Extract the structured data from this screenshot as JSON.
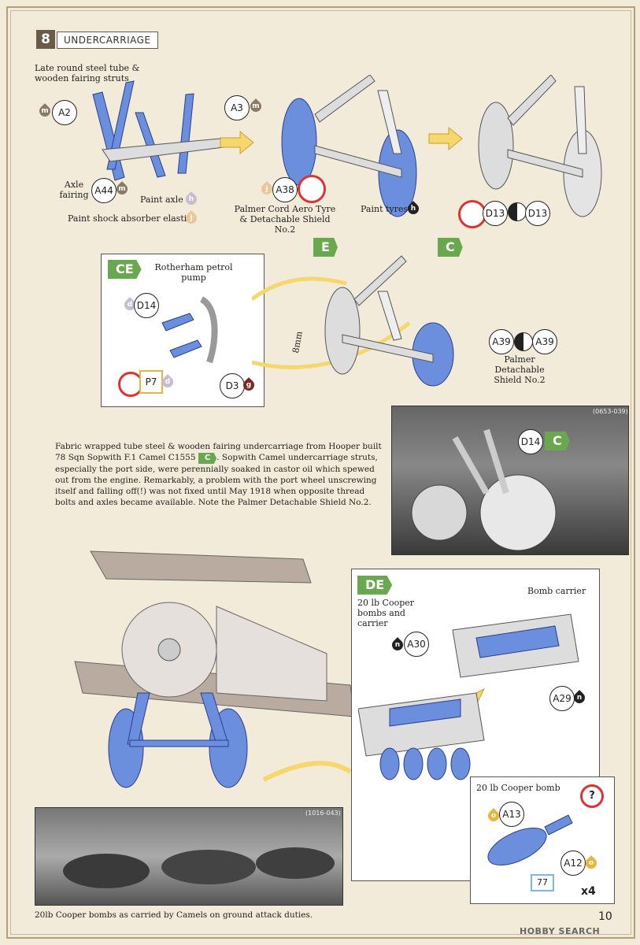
{
  "step": {
    "number": "8",
    "title": "UNDERCARRIAGE"
  },
  "top": {
    "note": "Late round steel tube & wooden fairing struts",
    "parts": [
      "A2",
      "A3",
      "A44",
      "A38",
      "D13",
      "D13"
    ],
    "paints": [
      "m",
      "m",
      "m",
      "j",
      "h",
      "h"
    ],
    "axle_fairing": "Axle fairing",
    "paint_axle": "Paint axle",
    "paint_shock": "Paint shock absorber elastic",
    "palmer_cord": "Palmer Cord Aero Tyre & Detachable Shield No.2",
    "paint_tyres": "Paint tyres"
  },
  "ce": {
    "tag": "CE",
    "title": "Rotherham petrol pump",
    "parts": [
      "D14",
      "P7",
      "D3"
    ],
    "paints": [
      "d",
      "d",
      "g"
    ]
  },
  "mid": {
    "tag_e": "E",
    "tag_c": "C",
    "dimension": "8mm",
    "parts": [
      "A39",
      "A39"
    ],
    "shield": "Palmer Detachable Shield No.2"
  },
  "text_block": "Fabric wrapped tube steel & wooden fairing undercarriage from Hooper built 78 Sqn Sopwith F.1 Camel C1555",
  "text_tag": "C",
  "text_block_2": ". Sopwith Camel undercarriage struts, especially the port side, were perennially soaked in castor oil which spewed out from the engine. Remarkably, a problem with the port wheel unscrewing itself and falling off(!) was not fixed until May 1918 when opposite thread bolts and axles became available. Note the Palmer Detachable Shield No.2.",
  "photo1": {
    "ref": "(0653-039)",
    "part": "D14",
    "tag": "C"
  },
  "de": {
    "tag": "DE",
    "title": "20 lb Cooper bombs and carrier",
    "carrier": "Bomb carrier",
    "parts": [
      "A30",
      "A29"
    ],
    "paints": [
      "n",
      "n"
    ]
  },
  "bomb": {
    "title": "20 lb Cooper bomb",
    "parts": [
      "A13",
      "A12",
      "77"
    ],
    "paints": [
      "o",
      "o"
    ],
    "qty": "x4",
    "help": "?"
  },
  "photo2": {
    "ref": "(1016-043)",
    "caption": "20lb Cooper bombs as carried by Camels on ground attack duties."
  },
  "page_number": "10",
  "watermark": "HOBBY SEARCH",
  "colors": {
    "accent_blue": "#6b8fdc",
    "tag_green": "#6aa84f",
    "paper": "#f3ebd9"
  }
}
